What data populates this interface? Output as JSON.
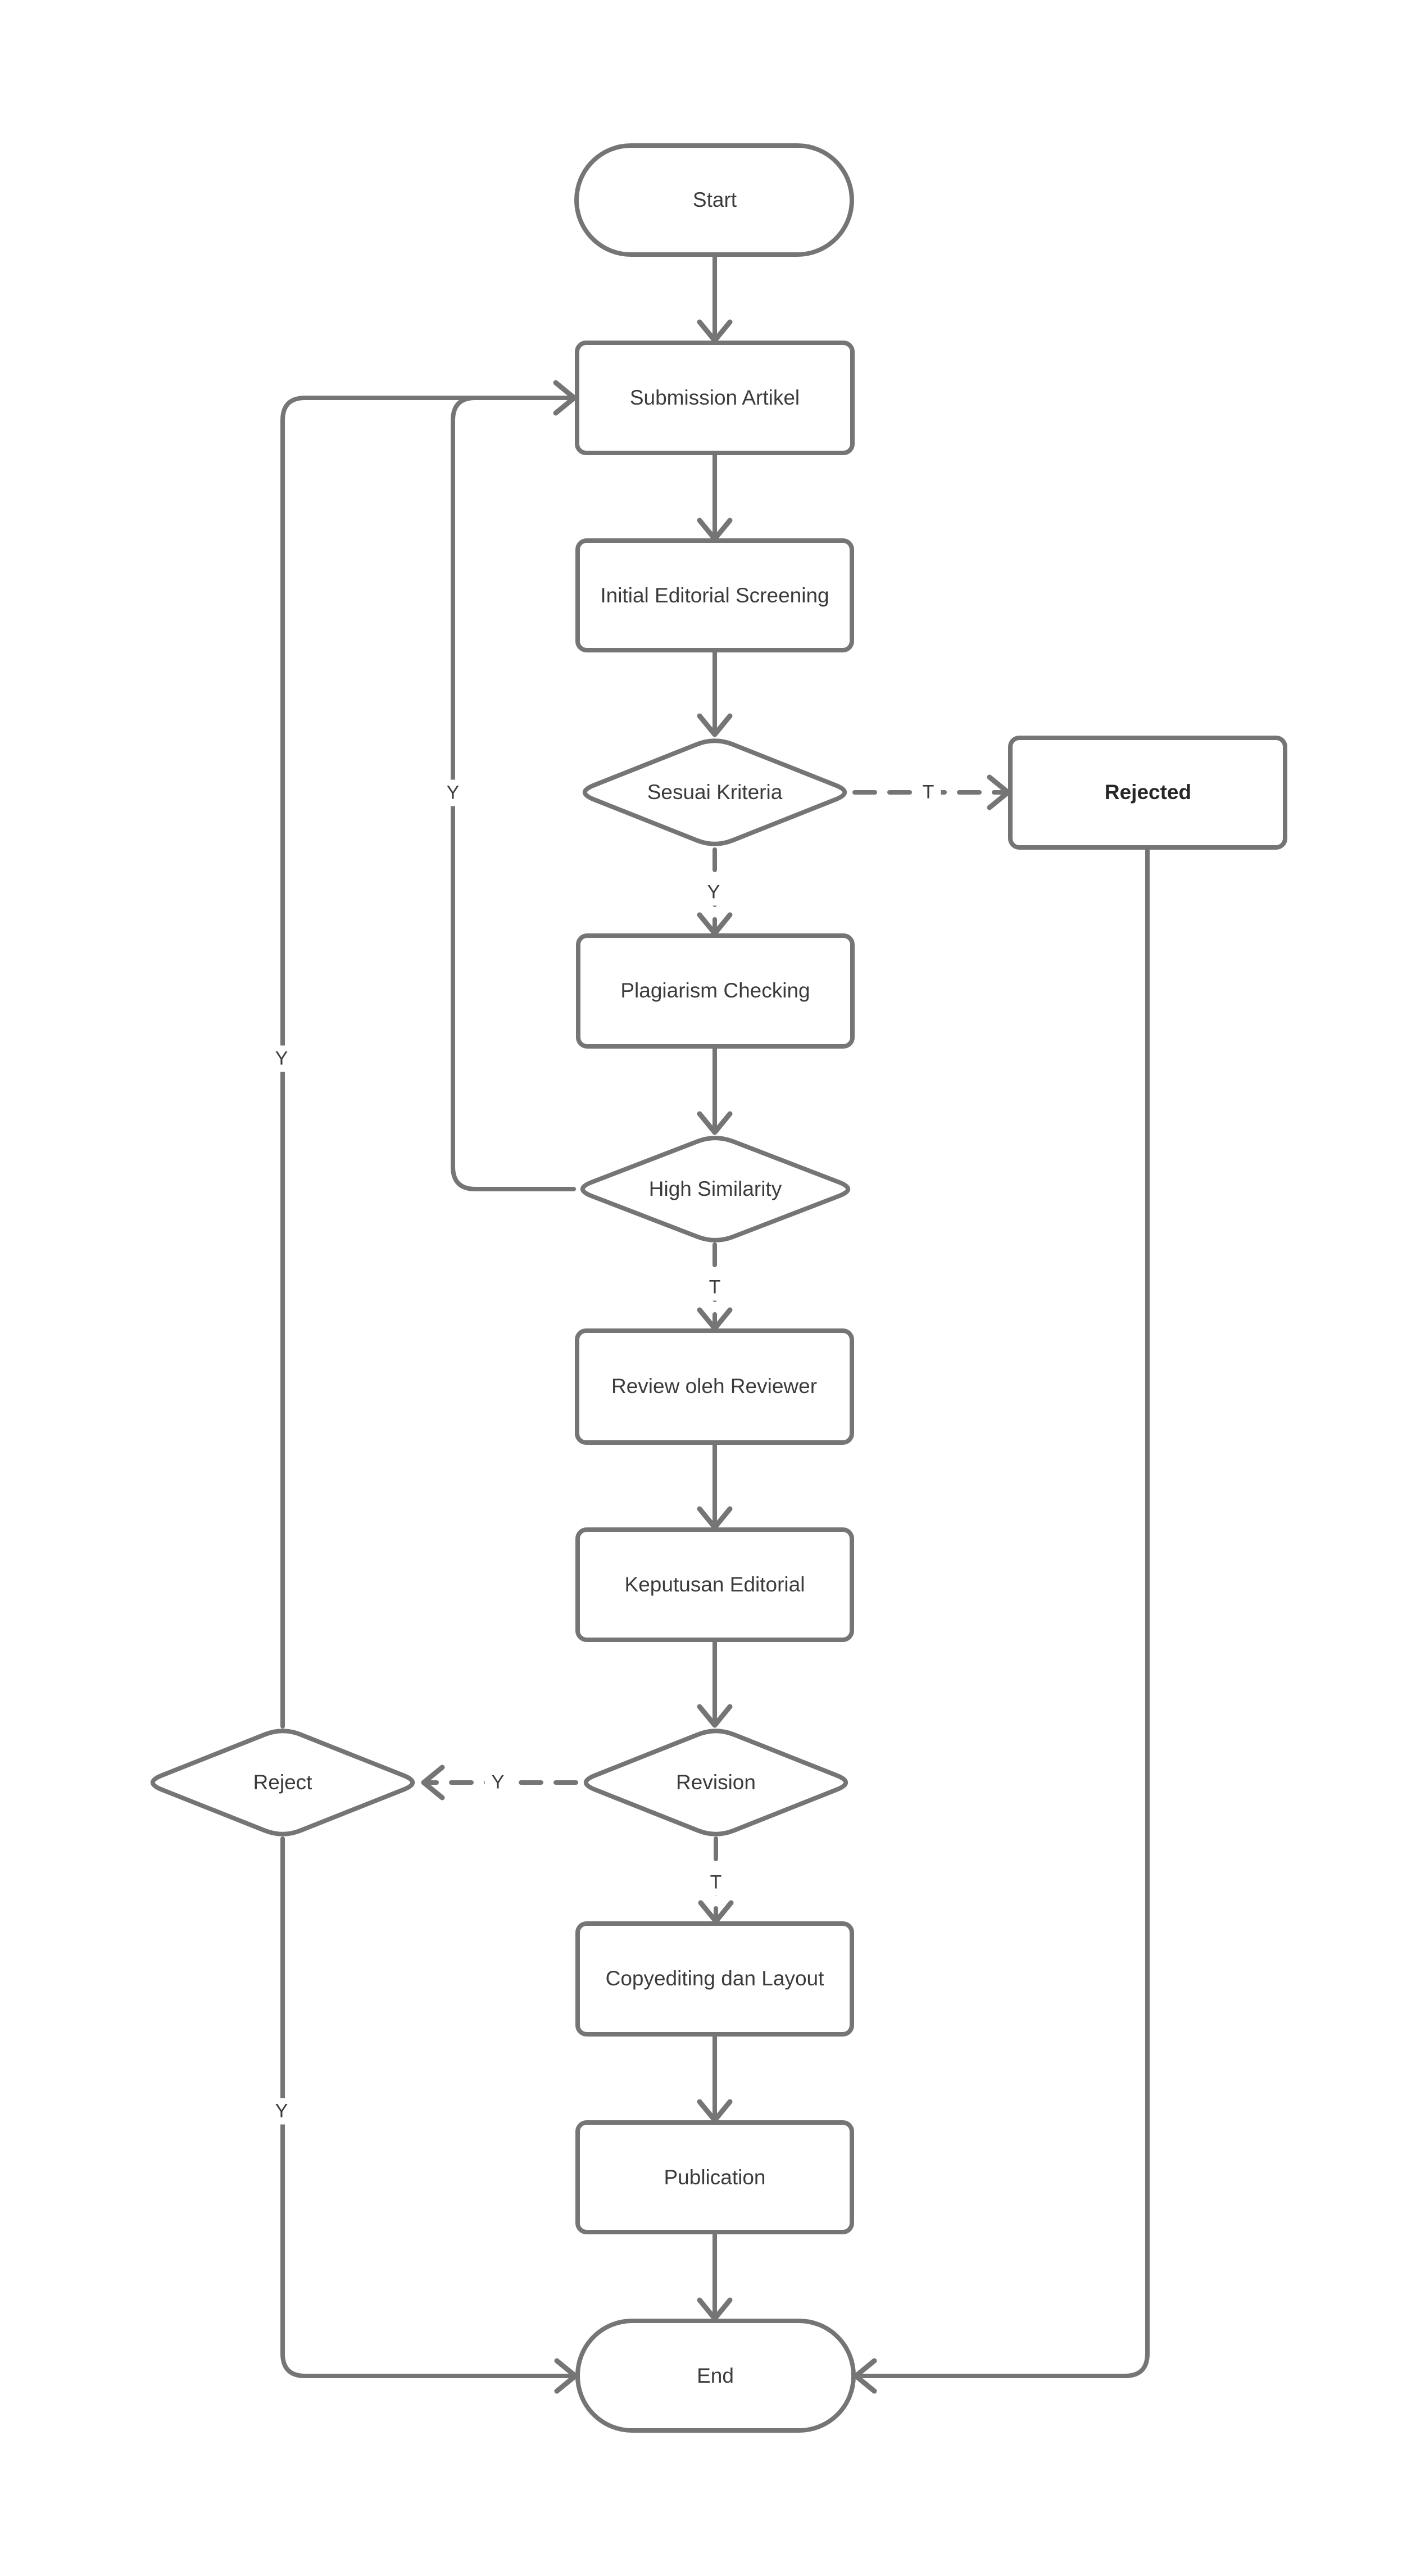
{
  "diagram": {
    "background": "#ffffff",
    "line_color": "#757575",
    "text_color": "#3b3b3b",
    "nodes": [
      {
        "id": "start",
        "type": "terminator",
        "label": "Start"
      },
      {
        "id": "submission-artikel",
        "type": "process",
        "label": "Submission Artikel"
      },
      {
        "id": "initial-editorial-screening",
        "type": "process",
        "label": "Initial Editorial Screening"
      },
      {
        "id": "sesuai-kriteria",
        "type": "decision",
        "label": "Sesuai Kriteria"
      },
      {
        "id": "rejected",
        "type": "process",
        "label": "Rejected",
        "emphasis": "bold"
      },
      {
        "id": "plagiarism-checking",
        "type": "process",
        "label": "Plagiarism Checking"
      },
      {
        "id": "high-similarity",
        "type": "decision",
        "label": "High Similarity"
      },
      {
        "id": "review-oleh-reviewer",
        "type": "process",
        "label": "Review oleh Reviewer"
      },
      {
        "id": "keputusan-editorial",
        "type": "process",
        "label": "Keputusan Editorial"
      },
      {
        "id": "revision",
        "type": "decision",
        "label": "Revision"
      },
      {
        "id": "reject",
        "type": "decision",
        "label": "Reject"
      },
      {
        "id": "copyediting-dan-layout",
        "type": "process",
        "label": "Copyediting dan Layout"
      },
      {
        "id": "publication",
        "type": "process",
        "label": "Publication"
      },
      {
        "id": "end",
        "type": "terminator",
        "label": "End"
      }
    ],
    "edges": [
      {
        "from": "start",
        "to": "submission-artikel",
        "label": "",
        "style": "solid"
      },
      {
        "from": "submission-artikel",
        "to": "initial-editorial-screening",
        "label": "",
        "style": "solid"
      },
      {
        "from": "initial-editorial-screening",
        "to": "sesuai-kriteria",
        "label": "",
        "style": "solid"
      },
      {
        "from": "sesuai-kriteria",
        "to": "rejected",
        "label": "T",
        "style": "dashed"
      },
      {
        "from": "sesuai-kriteria",
        "to": "plagiarism-checking",
        "label": "Y",
        "style": "dashed"
      },
      {
        "from": "plagiarism-checking",
        "to": "high-similarity",
        "label": "",
        "style": "solid"
      },
      {
        "from": "high-similarity",
        "to": "review-oleh-reviewer",
        "label": "T",
        "style": "dashed"
      },
      {
        "from": "high-similarity",
        "to": "submission-artikel",
        "label": "Y",
        "style": "solid"
      },
      {
        "from": "review-oleh-reviewer",
        "to": "keputusan-editorial",
        "label": "",
        "style": "solid"
      },
      {
        "from": "keputusan-editorial",
        "to": "revision",
        "label": "",
        "style": "solid"
      },
      {
        "from": "revision",
        "to": "reject",
        "label": "Y",
        "style": "dashed"
      },
      {
        "from": "revision",
        "to": "copyediting-dan-layout",
        "label": "T",
        "style": "dashed"
      },
      {
        "from": "reject",
        "to": "submission-artikel",
        "label": "Y",
        "style": "solid"
      },
      {
        "from": "reject",
        "to": "end",
        "label": "Y",
        "style": "solid"
      },
      {
        "from": "copyediting-dan-layout",
        "to": "publication",
        "label": "",
        "style": "solid"
      },
      {
        "from": "publication",
        "to": "end",
        "label": "",
        "style": "solid"
      },
      {
        "from": "rejected",
        "to": "end",
        "label": "",
        "style": "solid"
      }
    ]
  }
}
